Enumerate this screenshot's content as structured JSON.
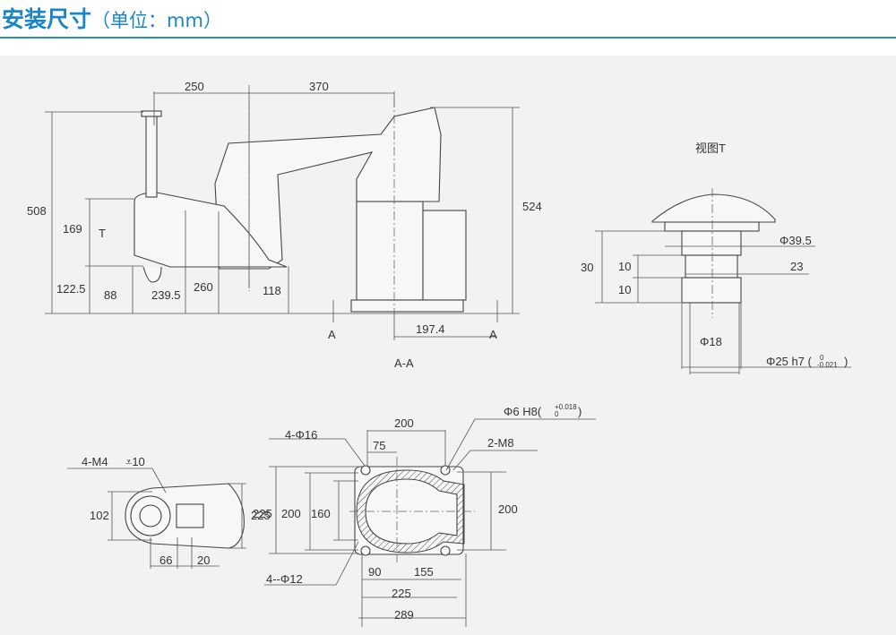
{
  "header": {
    "title": "安装尺寸",
    "unit": "（单位：mm）"
  },
  "side_view": {
    "dims": {
      "d250": "250",
      "d370": "370",
      "d508": "508",
      "d524": "524",
      "d169": "169",
      "T": "T",
      "d122_5": "122.5",
      "d88": "88",
      "d239_5": "239.5",
      "d260": "260",
      "d118": "118",
      "d197_4": "197.4",
      "A_left": "A",
      "A_right": "A"
    },
    "section_label": "A-A"
  },
  "view_t": {
    "title": "视图T",
    "dims": {
      "d39_5": "Φ39.5",
      "d30": "30",
      "d10a": "10",
      "d23": "23",
      "d10b": "10",
      "d18": "Φ18",
      "d25": "Φ25 h7 (",
      "tol_upper": "0",
      "tol_lower": "-0.021",
      "close": ")"
    }
  },
  "top_view": {
    "dims": {
      "m4": "4-M4",
      "depth": "⩡10",
      "d102": "102",
      "d225": "225",
      "d66": "66",
      "d20": "20"
    }
  },
  "base_view": {
    "dims": {
      "phi16": "4-Φ16",
      "d200_top": "200",
      "d75": "75",
      "phi6": "Φ6 H8(",
      "phi6_upper": "+0.018",
      "phi6_lower": "0",
      "phi6_close": ")",
      "m8": "2-M8",
      "d225_left": "225",
      "d200_left": "200",
      "d160": "160",
      "d200_right": "200",
      "d90": "90",
      "d155": "155",
      "d225_bottom": "225",
      "d289": "289",
      "phi12": "4--Φ12"
    }
  }
}
